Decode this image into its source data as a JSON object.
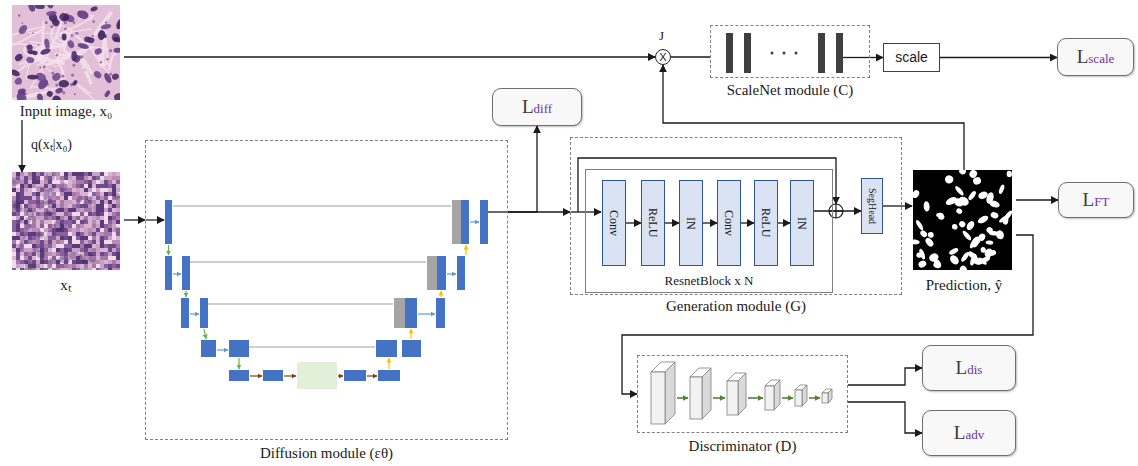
{
  "diagram": {
    "nodes": [
      {
        "text": [
          "Input image, x₀"
        ]
      },
      {
        "text": [
          "X"
        ]
      },
      {
        "text": [
          "ScaleNet module (C)"
        ]
      },
      {
        "text": [
          "scale"
        ]
      },
      {
        "text": [
          "Lscale"
        ]
      },
      {
        "text": [
          "Ldiff"
        ]
      },
      {
        "text": [
          "xₜ"
        ]
      },
      {
        "text": [
          "Diffusion module (εθ)"
        ]
      },
      {
        "text": [
          "Generation module (G)"
        ]
      },
      {
        "text": [
          "ResnetBlock x N"
        ],
        "in": 8
      },
      {
        "text": [
          "Conv"
        ],
        "in": 9
      },
      {
        "text": [
          "ReLU"
        ],
        "in": 9
      },
      {
        "text": [
          "IN"
        ],
        "in": 9
      },
      {
        "text": [
          "Conv"
        ],
        "in": 9
      },
      {
        "text": [
          "ReLU"
        ],
        "in": 9
      },
      {
        "text": [
          "IN"
        ],
        "in": 9
      },
      {
        "text": [
          "SegHead"
        ],
        "in": 8
      },
      {
        "text": [
          "Prediction, ŷ"
        ]
      },
      {
        "text": [
          "LFT"
        ]
      },
      {
        "text": [
          "Discriminator (D)"
        ]
      },
      {
        "text": [
          "Ldis"
        ]
      },
      {
        "text": [
          "Ladv"
        ]
      }
    ],
    "edges": [
      {
        "from": 0,
        "to": 1,
        "arrow": "to"
      },
      {
        "from": 1,
        "to": 2,
        "arrow": "none"
      },
      {
        "from": 2,
        "to": 3,
        "arrow": "to"
      },
      {
        "from": 3,
        "to": 4,
        "arrow": "to"
      },
      {
        "from": 0,
        "to": 6,
        "label": "q(xₜ|x₀)",
        "arrow": "to"
      },
      {
        "from": 6,
        "to": 7,
        "arrow": "to"
      },
      {
        "from": 7,
        "to": 5,
        "arrow": "to"
      },
      {
        "from": 7,
        "to": 8,
        "arrow": "to"
      },
      {
        "from": 10,
        "to": 11,
        "arrow": "to"
      },
      {
        "from": 11,
        "to": 12,
        "arrow": "to"
      },
      {
        "from": 12,
        "to": 13,
        "arrow": "to"
      },
      {
        "from": 13,
        "to": 14,
        "arrow": "to"
      },
      {
        "from": 14,
        "to": 15,
        "arrow": "to"
      },
      {
        "from": 15,
        "to": 16,
        "arrow": "to"
      },
      {
        "from": 16,
        "to": 17,
        "arrow": "to"
      },
      {
        "from": 17,
        "to": 1,
        "arrow": "to"
      },
      {
        "from": 17,
        "to": 18,
        "arrow": "to"
      },
      {
        "from": 17,
        "to": 19,
        "arrow": "to"
      },
      {
        "from": 19,
        "to": 20,
        "arrow": "to"
      },
      {
        "from": 19,
        "to": 21,
        "arrow": "to"
      }
    ],
    "labels": [
      "J"
    ]
  }
}
